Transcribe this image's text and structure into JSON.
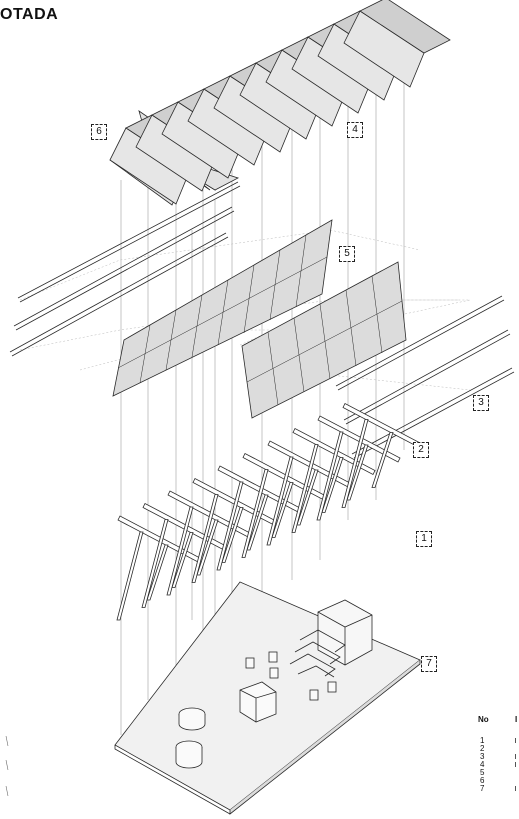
{
  "title": "OTADA",
  "callouts": [
    "1",
    "2",
    "3",
    "4",
    "5",
    "6",
    "7"
  ],
  "legend": {
    "header_no": "No",
    "header_desc": "I",
    "numbers": [
      "1",
      "2",
      "3",
      "4",
      "5",
      "6",
      "7"
    ]
  },
  "colors": {
    "line": "#2a2a2a",
    "panel_fill": "#d9d9d9",
    "panel_fill_light": "#e6e6e6",
    "base_fill": "#eeeeee",
    "guide": "#9a9a9a"
  }
}
